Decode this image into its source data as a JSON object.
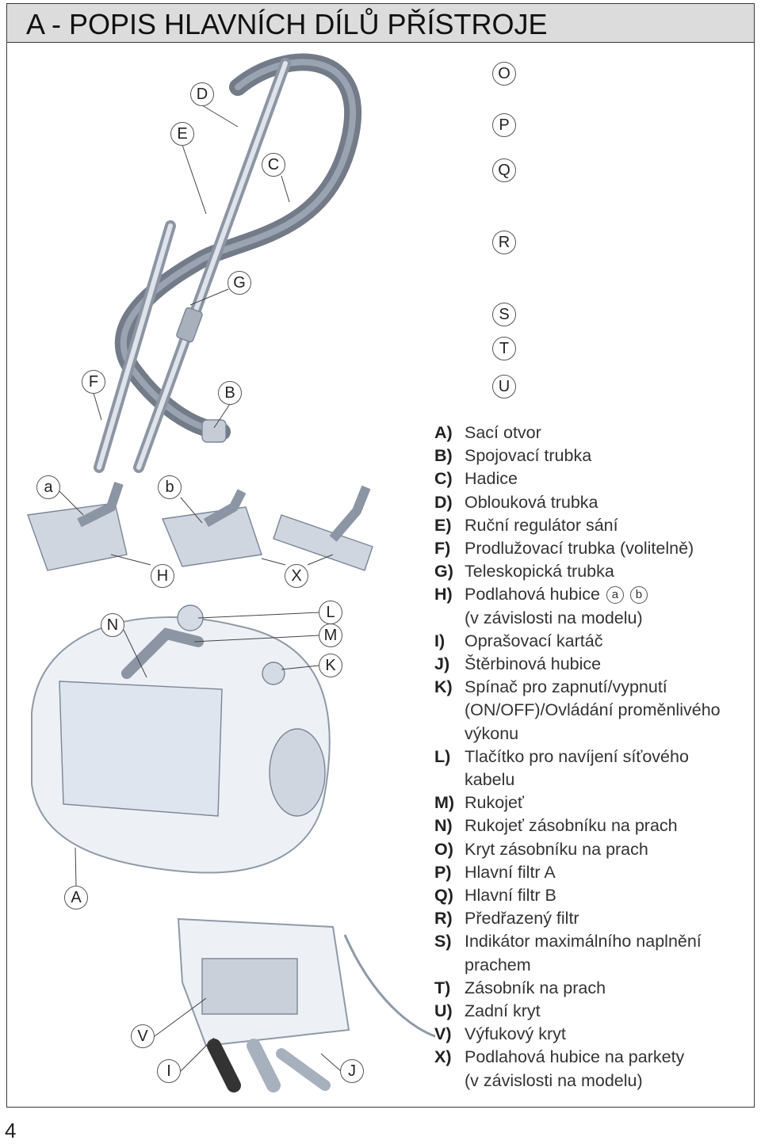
{
  "header": {
    "title": "A - POPIS HLAVNÍCH DÍLŮ PŘÍSTROJE"
  },
  "callouts": [
    {
      "id": "o",
      "label": "O"
    },
    {
      "id": "p",
      "label": "P"
    },
    {
      "id": "q",
      "label": "Q"
    },
    {
      "id": "r",
      "label": "R"
    },
    {
      "id": "s",
      "label": "S"
    },
    {
      "id": "t",
      "label": "T"
    },
    {
      "id": "u",
      "label": "U"
    },
    {
      "id": "d",
      "label": "D"
    },
    {
      "id": "e",
      "label": "E"
    },
    {
      "id": "c",
      "label": "C"
    },
    {
      "id": "g",
      "label": "G"
    },
    {
      "id": "f",
      "label": "F"
    },
    {
      "id": "b-upper",
      "label": "B"
    },
    {
      "id": "a-lower",
      "label": "a"
    },
    {
      "id": "b-lower",
      "label": "b"
    },
    {
      "id": "h",
      "label": "H"
    },
    {
      "id": "x",
      "label": "X"
    },
    {
      "id": "n",
      "label": "N"
    },
    {
      "id": "l",
      "label": "L"
    },
    {
      "id": "m",
      "label": "M"
    },
    {
      "id": "k",
      "label": "K"
    },
    {
      "id": "a-upper",
      "label": "A"
    },
    {
      "id": "v",
      "label": "V"
    },
    {
      "id": "i",
      "label": "I"
    },
    {
      "id": "j",
      "label": "J"
    }
  ],
  "legend": [
    {
      "key": "A)",
      "text": "Sací otvor"
    },
    {
      "key": "B)",
      "text": "Spojovací trubka"
    },
    {
      "key": "C)",
      "text": "Hadice"
    },
    {
      "key": "D)",
      "text": "Oblouková trubka"
    },
    {
      "key": "E)",
      "text": "Ruční regulátor sání"
    },
    {
      "key": "F)",
      "text": "Prodlužovací trubka (volitelně)"
    },
    {
      "key": "G)",
      "text": "Teleskopická trubka"
    },
    {
      "key": "H)",
      "text": "Podlahová hubice",
      "badges": [
        "a",
        "b"
      ],
      "text2": "(v závislosti na modelu)"
    },
    {
      "key": "I)",
      "text": "Oprašovací kartáč"
    },
    {
      "key": "J)",
      "text": "Štěrbinová hubice"
    },
    {
      "key": "K)",
      "text": "Spínač pro zapnutí/vypnutí\n(ON/OFF)/Ovládání proměnlivého\nvýkonu"
    },
    {
      "key": "L)",
      "text": "Tlačítko pro navíjení síťového\nkabelu"
    },
    {
      "key": "M)",
      "text": "Rukojeť"
    },
    {
      "key": "N)",
      "text": "Rukojeť zásobníku na prach"
    },
    {
      "key": "O)",
      "text": "Kryt zásobníku na prach"
    },
    {
      "key": "P)",
      "text": "Hlavní filtr A"
    },
    {
      "key": "Q)",
      "text": "Hlavní filtr B"
    },
    {
      "key": "R)",
      "text": "Předřazený filtr"
    },
    {
      "key": "S)",
      "text": "Indikátor maximálního naplnění\nprachem"
    },
    {
      "key": "T)",
      "text": "Zásobník na prach"
    },
    {
      "key": "U)",
      "text": "Zadní kryt"
    },
    {
      "key": "V)",
      "text": "Výfukový kryt"
    },
    {
      "key": "X)",
      "text": "Podlahová hubice na parkety\n(v závislosti na modelu)"
    }
  ],
  "page_number": "4"
}
